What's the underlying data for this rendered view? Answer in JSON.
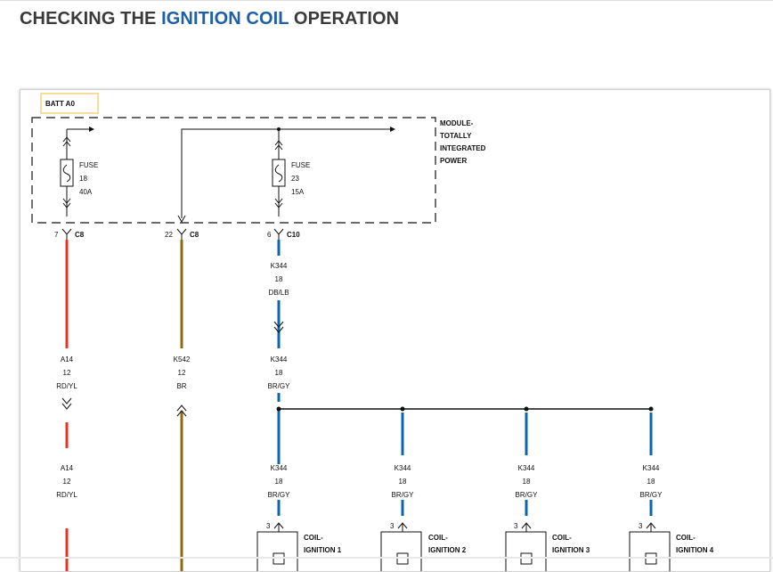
{
  "header": {
    "title_prefix": "CHECKING THE ",
    "title_highlight": "IGNITION COIL",
    "title_suffix": " OPERATION",
    "highlight_color": "#1f5fa6"
  },
  "diagram": {
    "battery_label": "BATT A0",
    "module_label": [
      "MODULE-",
      "TOTALLY",
      "INTEGRATED",
      "POWER"
    ],
    "fuses": [
      {
        "label": "FUSE",
        "number": "18",
        "rating": "40A"
      },
      {
        "label": "FUSE",
        "number": "23",
        "rating": "15A"
      }
    ],
    "connectors": [
      {
        "pin": "7",
        "name": "C8"
      },
      {
        "pin": "22",
        "name": "C8"
      },
      {
        "pin": "6",
        "name": "C10"
      }
    ],
    "wires": {
      "a14_upper": {
        "circuit": "A14",
        "gauge": "12",
        "color": "RD/YL"
      },
      "a14_lower": {
        "circuit": "A14",
        "gauge": "12",
        "color": "RD/YL"
      },
      "k542": {
        "circuit": "K542",
        "gauge": "12",
        "color": "BR"
      },
      "k344_top": {
        "circuit": "K344",
        "gauge": "18",
        "color": "DB/LB"
      },
      "k344_mid": {
        "circuit": "K344",
        "gauge": "18",
        "color": "BR/GY"
      }
    },
    "coil_branches": [
      {
        "circuit": "K344",
        "gauge": "18",
        "color": "BR/GY",
        "pin": "3",
        "label_1": "COIL-",
        "label_2": "IGNITION 1"
      },
      {
        "circuit": "K344",
        "gauge": "18",
        "color": "BR/GY",
        "pin": "3",
        "label_1": "COIL-",
        "label_2": "IGNITION 2"
      },
      {
        "circuit": "K344",
        "gauge": "18",
        "color": "BR/GY",
        "pin": "3",
        "label_1": "COIL-",
        "label_2": "IGNITION 3"
      },
      {
        "circuit": "K344",
        "gauge": "18",
        "color": "BR/GY",
        "pin": "3",
        "label_1": "COIL-",
        "label_2": "IGNITION 4"
      }
    ],
    "wire_colors": {
      "red": "#e8341c",
      "brown": "#8a6d0f",
      "blue": "#0b65b0",
      "blue_light": "#4aa8e0"
    }
  }
}
